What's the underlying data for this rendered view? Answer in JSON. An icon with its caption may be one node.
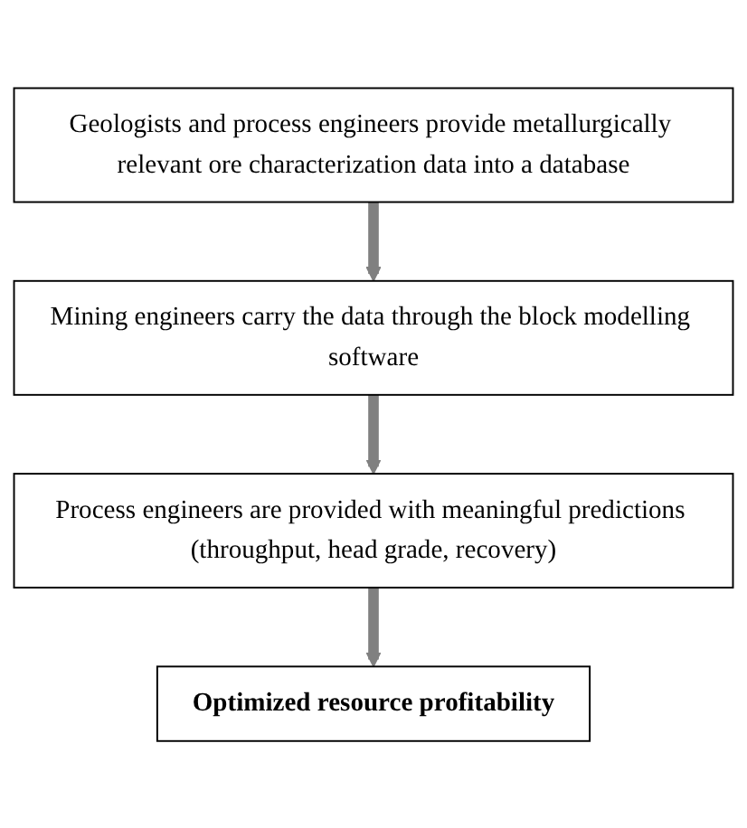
{
  "diagram": {
    "nodes": [
      {
        "text": [
          "Geologists and process engineers provide metallurgically relevant ore characterization data into a database"
        ]
      },
      {
        "text": [
          "Mining engineers carry the data through the block modelling software"
        ]
      },
      {
        "text": [
          "Process engineers are provided with meaningful predictions (throughput, head grade, recovery)"
        ]
      },
      {
        "text": [
          "Optimized resource profitability"
        ]
      }
    ],
    "edges": [
      {
        "from": 0,
        "to": 1,
        "arrow": "to"
      },
      {
        "from": 1,
        "to": 2,
        "arrow": "to"
      },
      {
        "from": 2,
        "to": 3,
        "arrow": "to"
      }
    ]
  }
}
